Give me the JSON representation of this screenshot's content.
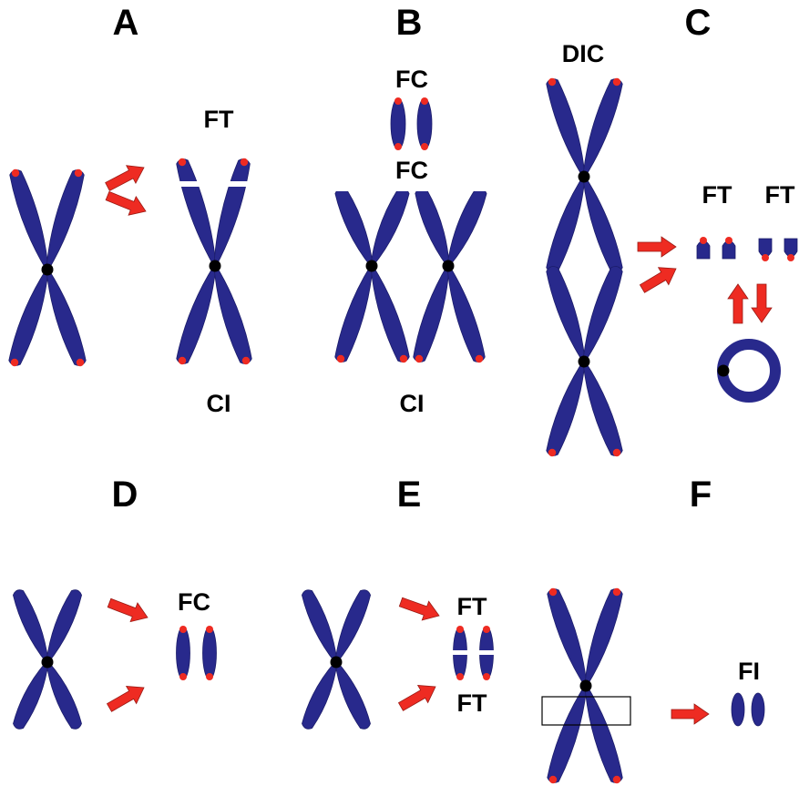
{
  "colors": {
    "chromosome": "#28298C",
    "chromosome_stroke": "#1b1c6a",
    "telomere": "#ee2b22",
    "centromere": "#000000",
    "arrow": "#ee2b22",
    "arrow_stroke": "#9a1a14",
    "background": "#ffffff"
  },
  "panels": {
    "A": {
      "letter": "A",
      "top_label": "FT",
      "bottom_label": "CI"
    },
    "B": {
      "letter": "B",
      "top_label": "FC",
      "mid_label": "FC",
      "bottom_label": "CI"
    },
    "C": {
      "letter": "C",
      "top_label": "DIC",
      "label_left": "FT",
      "label_right": "FT"
    },
    "D": {
      "letter": "D",
      "label": "FC"
    },
    "E": {
      "letter": "E",
      "label_top": "FT",
      "label_bottom": "FT"
    },
    "F": {
      "letter": "F",
      "label": "FI"
    }
  }
}
